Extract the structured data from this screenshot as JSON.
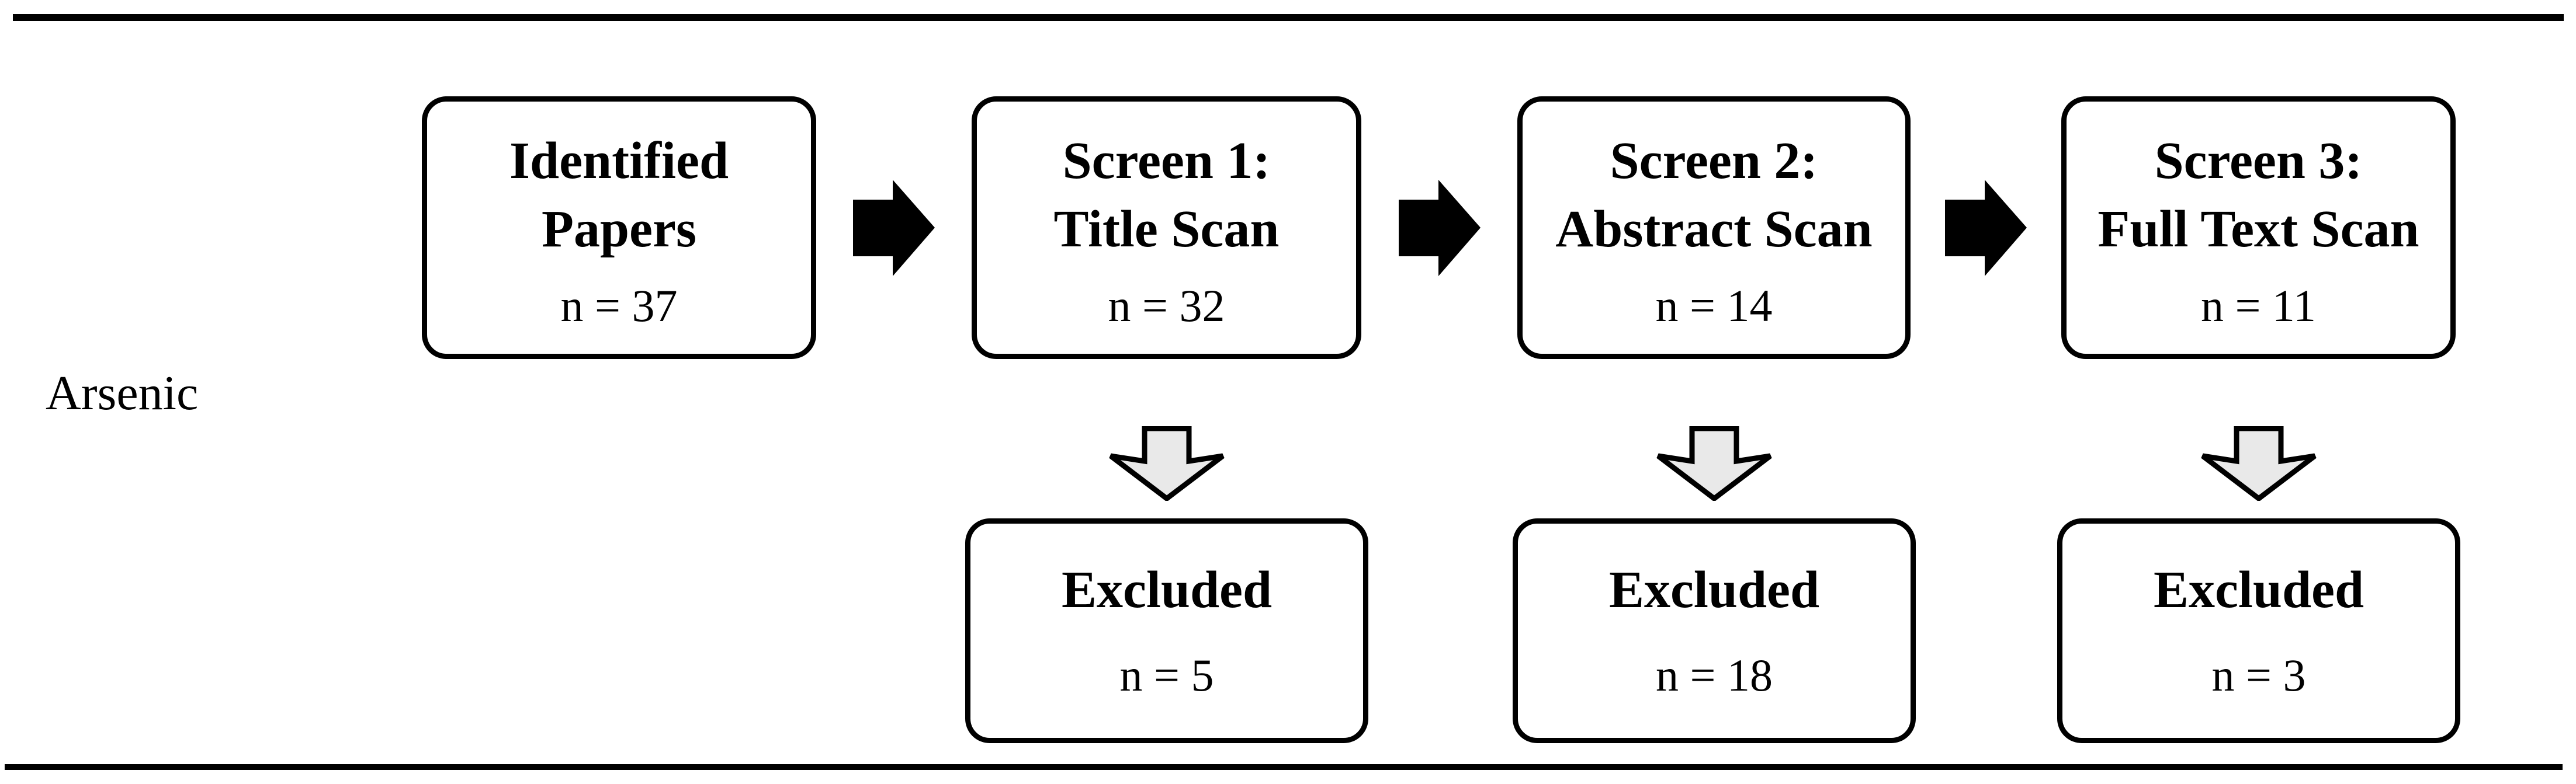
{
  "figure": {
    "row_label": "Arsenic",
    "stages": [
      {
        "title_line1": "Identified",
        "title_line2": "Papers",
        "count": "n = 37"
      },
      {
        "title_line1": "Screen 1:",
        "title_line2": "Title Scan",
        "count": "n = 32"
      },
      {
        "title_line1": "Screen 2:",
        "title_line2": "Abstract Scan",
        "count": "n = 14"
      },
      {
        "title_line1": "Screen 3:",
        "title_line2": "Full Text Scan",
        "count": "n = 11"
      }
    ],
    "exclusions": [
      {
        "label": "Excluded",
        "count": "n = 5"
      },
      {
        "label": "Excluded",
        "count": "n = 18"
      },
      {
        "label": "Excluded",
        "count": "n = 3"
      }
    ],
    "icons": {
      "flow_arrow": "right-arrow",
      "exclusion_arrow": "down-arrow"
    },
    "colors": {
      "ink": "#000000",
      "paper": "#ffffff",
      "down_arrow_fill": "#e9e9e9"
    }
  }
}
